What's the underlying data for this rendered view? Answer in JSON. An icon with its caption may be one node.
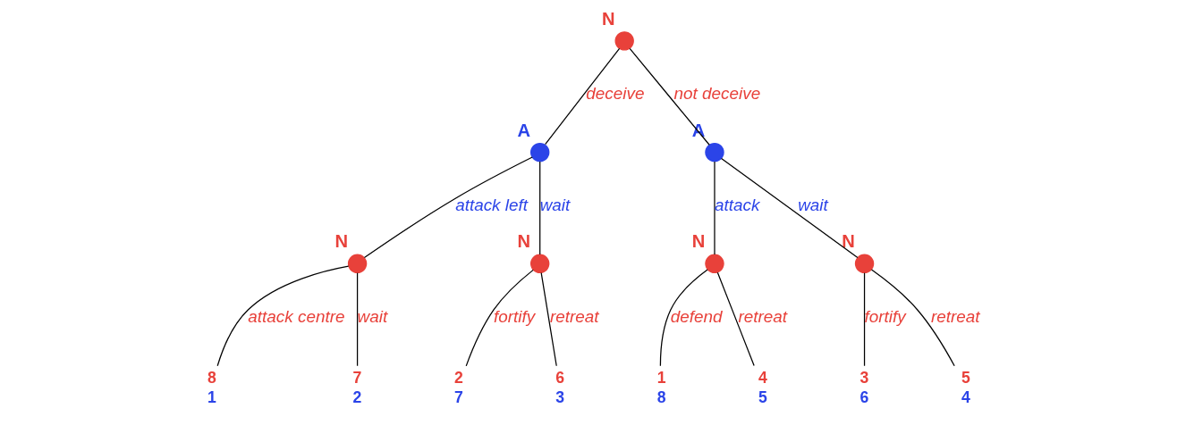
{
  "diagram": {
    "nodes": [
      {
        "text": [],
        "shape": "circle",
        "beside": [
          "N"
        ]
      },
      {
        "text": [],
        "shape": "circle",
        "beside": [
          "A"
        ]
      },
      {
        "text": [],
        "shape": "circle",
        "beside": [
          "A"
        ]
      },
      {
        "text": [],
        "shape": "circle",
        "beside": [
          "N"
        ]
      },
      {
        "text": [],
        "shape": "circle",
        "beside": [
          "N"
        ]
      },
      {
        "text": [],
        "shape": "circle",
        "beside": [
          "N"
        ]
      },
      {
        "text": [],
        "shape": "circle",
        "beside": [
          "N"
        ]
      },
      {
        "text": [
          "8",
          "1"
        ]
      },
      {
        "text": [
          "7",
          "2"
        ]
      },
      {
        "text": [
          "2",
          "7"
        ]
      },
      {
        "text": [
          "6",
          "3"
        ]
      },
      {
        "text": [
          "1",
          "8"
        ]
      },
      {
        "text": [
          "4",
          "5"
        ]
      },
      {
        "text": [
          "3",
          "6"
        ]
      },
      {
        "text": [
          "5",
          "4"
        ]
      }
    ],
    "edges": [
      {
        "from": 0,
        "to": 1,
        "arrow": "none",
        "label": "deceive"
      },
      {
        "from": 0,
        "to": 2,
        "arrow": "none",
        "label": "not deceive"
      },
      {
        "from": 1,
        "to": 3,
        "arrow": "none",
        "label": "attack left"
      },
      {
        "from": 1,
        "to": 4,
        "arrow": "none",
        "label": "wait"
      },
      {
        "from": 2,
        "to": 5,
        "arrow": "none",
        "label": "attack"
      },
      {
        "from": 2,
        "to": 6,
        "arrow": "none",
        "label": "wait"
      },
      {
        "from": 3,
        "to": 7,
        "arrow": "none",
        "label": "attack centre"
      },
      {
        "from": 3,
        "to": 8,
        "arrow": "none",
        "label": "wait"
      },
      {
        "from": 4,
        "to": 9,
        "arrow": "none",
        "label": "fortify"
      },
      {
        "from": 4,
        "to": 10,
        "arrow": "none",
        "label": "retreat"
      },
      {
        "from": 5,
        "to": 11,
        "arrow": "none",
        "label": "defend"
      },
      {
        "from": 5,
        "to": 12,
        "arrow": "none",
        "label": "retreat"
      },
      {
        "from": 6,
        "to": 13,
        "arrow": "none",
        "label": "fortify"
      },
      {
        "from": 6,
        "to": 14,
        "arrow": "none",
        "label": "retreat"
      }
    ]
  }
}
